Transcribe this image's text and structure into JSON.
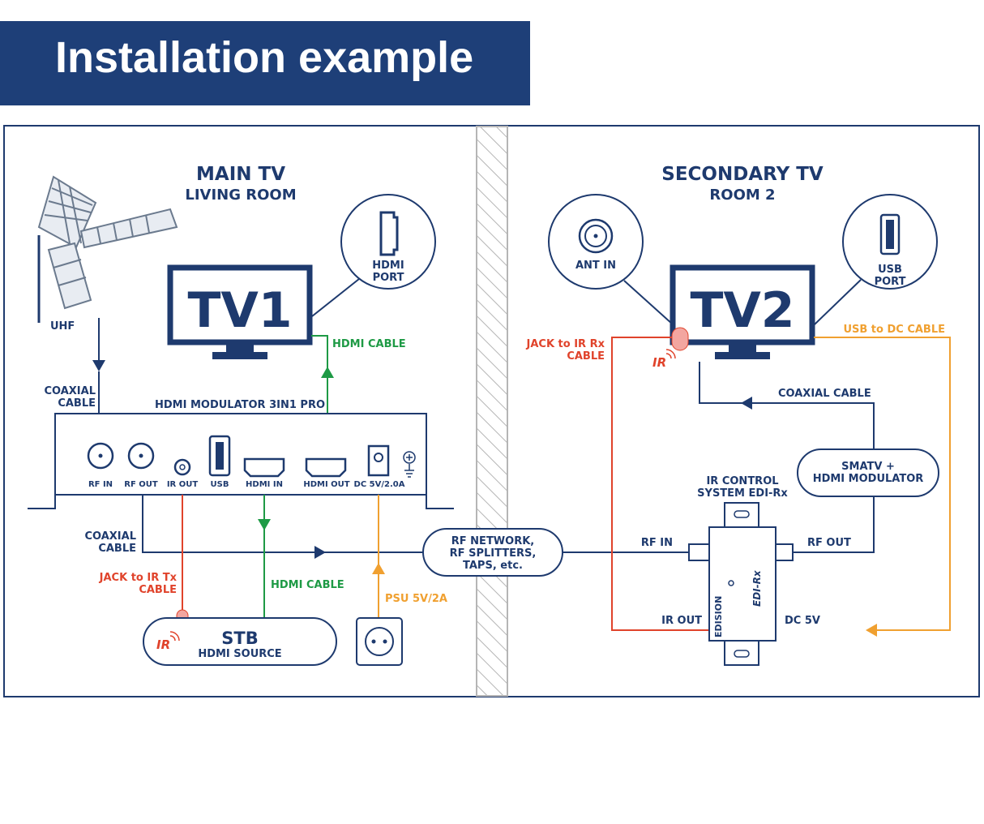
{
  "header": {
    "title": "Installation example"
  },
  "main_room": {
    "title": "MAIN TV",
    "subtitle": "LIVING ROOM"
  },
  "secondary_room": {
    "title": "SECONDARY TV",
    "subtitle": "ROOM 2"
  },
  "tv1": {
    "label": "TV1"
  },
  "tv2": {
    "label": "TV2"
  },
  "callouts": {
    "hdmi_port": [
      "HDMI",
      "PORT"
    ],
    "ant_in": "ANT IN",
    "usb_port": [
      "USB",
      "PORT"
    ]
  },
  "antenna": {
    "label": "UHF"
  },
  "labels": {
    "coaxial_cable_top": [
      "COAXIAL",
      "CABLE"
    ],
    "coaxial_cable_bottom": [
      "COAXIAL",
      "CABLE"
    ],
    "hdmi_cable_top": "HDMI CABLE",
    "hdmi_cable_bottom": "HDMI CABLE",
    "jack_ir_tx": [
      "JACK to IR Tx",
      "CABLE"
    ],
    "psu": "PSU 5V/2A",
    "jack_ir_rx": [
      "JACK to IR Rx",
      "CABLE"
    ],
    "usb_dc_cable": "USB to DC CABLE",
    "coaxial_cable_right": "COAXIAL CABLE",
    "rf_in": "RF IN",
    "rf_out": "RF OUT",
    "ir_out": "IR OUT",
    "dc_5v": "DC 5V"
  },
  "modulator": {
    "title": "HDMI MODULATOR 3IN1 PRO",
    "ports": [
      "RF IN",
      "RF OUT",
      "IR OUT",
      "USB",
      "HDMI IN",
      "HDMI OUT",
      "DC 5V/2.0A"
    ]
  },
  "stb": {
    "title": "STB",
    "subtitle": "HDMI SOURCE",
    "ir_badge": "IR"
  },
  "rf_network": {
    "lines": [
      "RF NETWORK,",
      "RF SPLITTERS,",
      "TAPS, etc."
    ]
  },
  "smatv": {
    "lines": [
      "SMATV +",
      "HDMI MODULATOR"
    ]
  },
  "ir_control": {
    "lines": [
      "IR CONTROL",
      "SYSTEM EDI-Rx"
    ],
    "brand": "EDISION",
    "model": "EDI-Rx"
  },
  "tv2_ir_badge": "IR",
  "colors": {
    "navy": "#1e3a6e",
    "banner": "#1e3f78",
    "red": "#e0432b",
    "green": "#1e9a45",
    "orange": "#f0a030",
    "wall": "#b5b5b5"
  }
}
